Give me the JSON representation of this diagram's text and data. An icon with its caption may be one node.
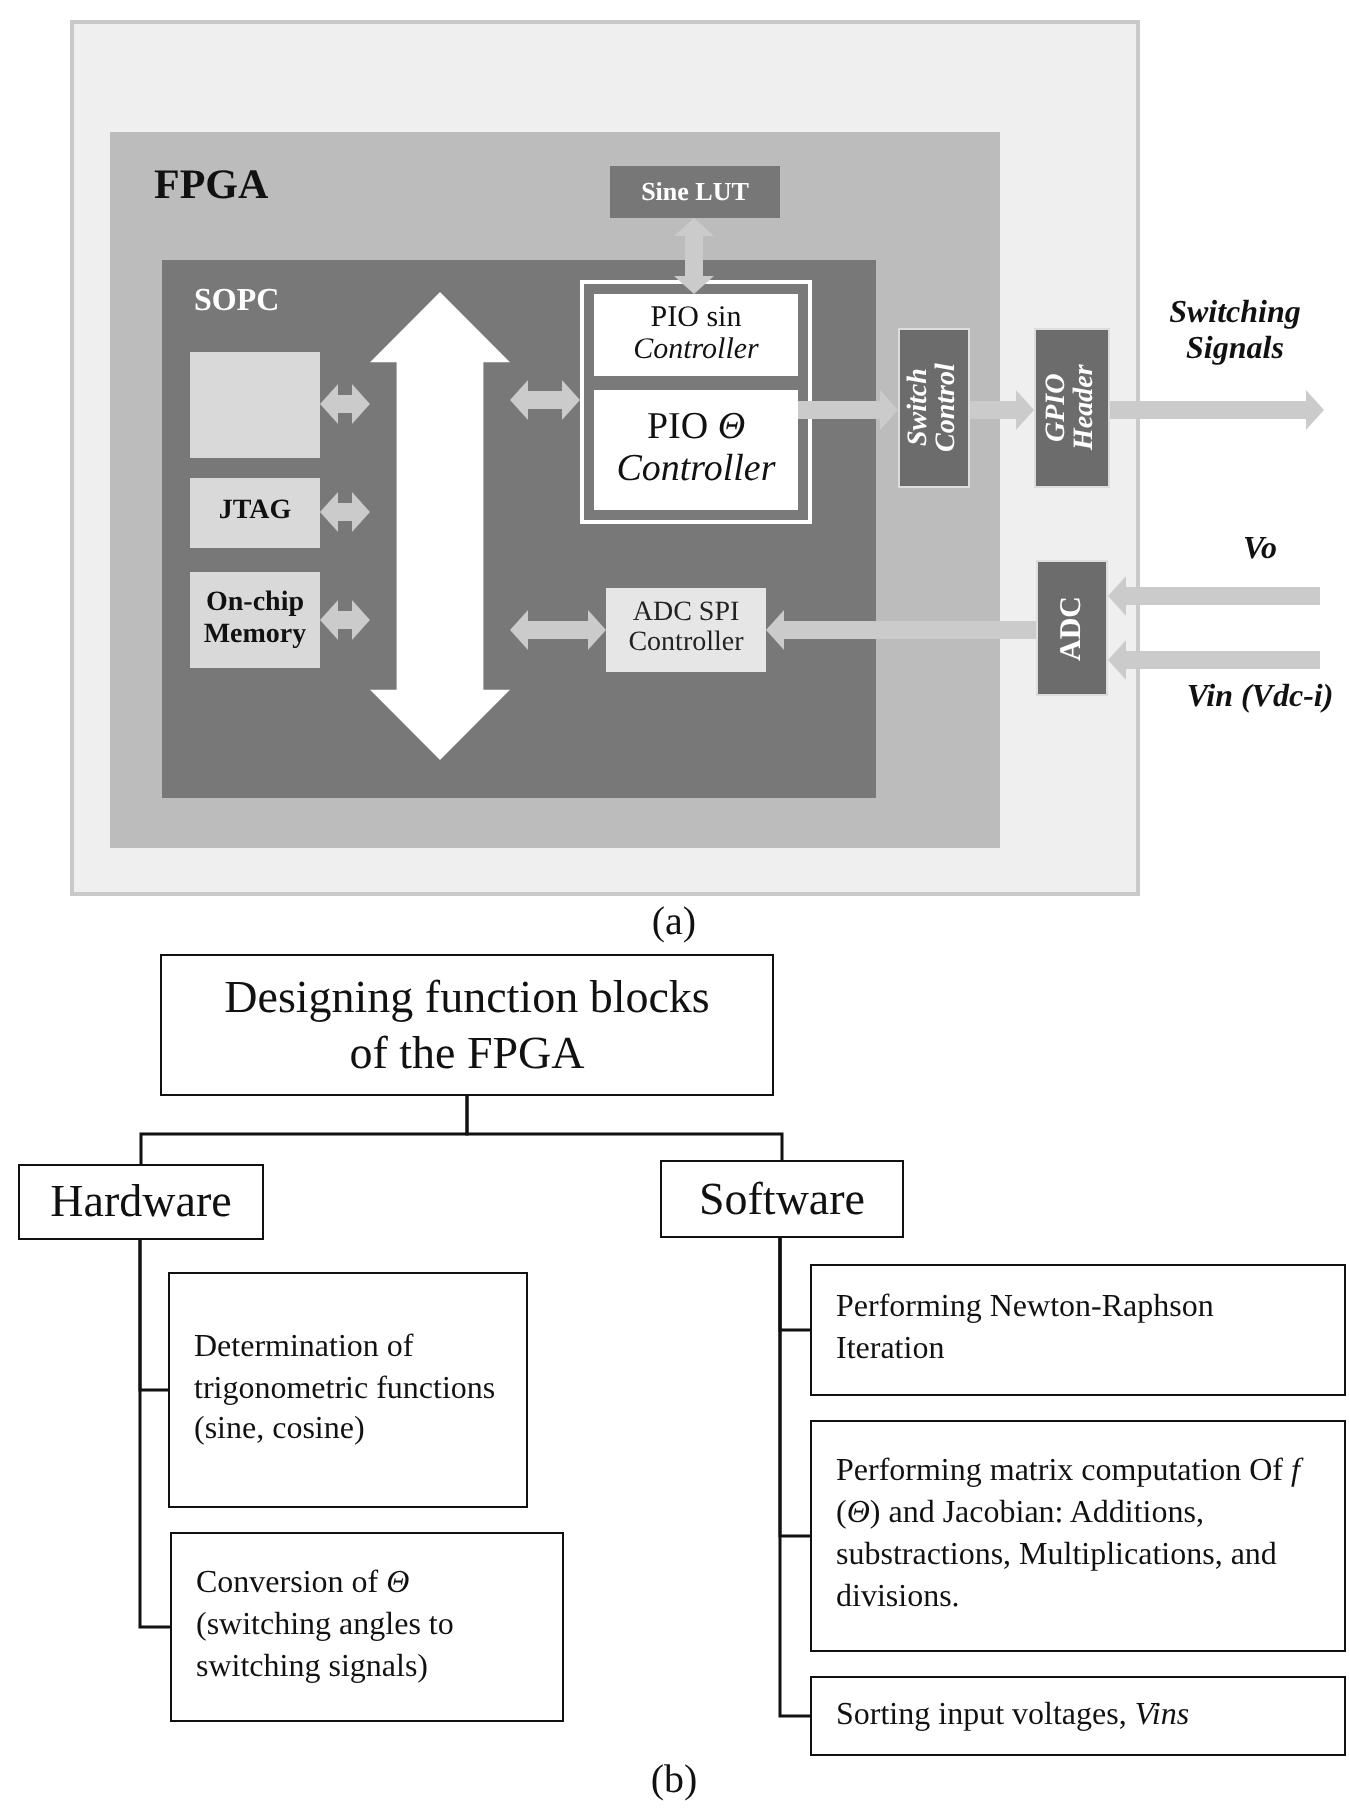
{
  "diagram": {
    "nodes": [
      {
        "text": [],
        "shape": "box"
      },
      {
        "text": [
          "FPGA"
        ],
        "in": 0
      },
      {
        "text": [
          "SOPC"
        ],
        "in": 1
      },
      {
        "text": [],
        "shape": "box",
        "in": 2
      },
      {
        "text": [
          "JTAG"
        ],
        "in": 2
      },
      {
        "text": [
          "On-chip Memory"
        ],
        "in": 2
      },
      {
        "text": [],
        "shape": "bar",
        "in": 2
      },
      {
        "text": [
          "Sine LUT"
        ],
        "in": 1
      },
      {
        "text": [],
        "shape": "box",
        "in": 2
      },
      {
        "text": [
          "PIO sin *Controller*"
        ],
        "in": 8
      },
      {
        "text": [
          "PIO *Θ* *Controller*"
        ],
        "in": 8
      },
      {
        "text": [
          "ADC SPI Controller"
        ],
        "in": 2
      },
      {
        "text": [
          "Switch Control"
        ],
        "in": 1
      },
      {
        "text": [
          "GPIO Header"
        ],
        "in": 0
      },
      {
        "text": [
          "ADC"
        ],
        "in": 0
      },
      {
        "text": [
          "Designing function blocks of the FPGA"
        ]
      },
      {
        "text": [
          "Hardware"
        ]
      },
      {
        "text": [
          "Software"
        ]
      },
      {
        "text": [
          "Determination of trigonometric functions (sine, cosine)"
        ]
      },
      {
        "text": [
          "Conversion of *Θ* (switching angles to switching signals)"
        ]
      },
      {
        "text": [
          "Performing Newton-Raphson Iteration"
        ]
      },
      {
        "text": [
          "Performing matrix computation Of *f* (*Θ*) and Jacobian: Additions, substractions, Multiplications, and divisions."
        ]
      },
      {
        "text": [
          "Sorting input voltages, *Vins*"
        ]
      }
    ],
    "edges": [
      {
        "from": 3,
        "to": 6,
        "arrow": "both"
      },
      {
        "from": 4,
        "to": 6,
        "arrow": "both"
      },
      {
        "from": 5,
        "to": 6,
        "arrow": "both"
      },
      {
        "from": 6,
        "to": 8,
        "arrow": "both"
      },
      {
        "from": 6,
        "to": 11,
        "arrow": "both"
      },
      {
        "from": 7,
        "to": 9,
        "arrow": "both"
      },
      {
        "from": 10,
        "to": 12,
        "arrow": "to"
      },
      {
        "from": 12,
        "to": 13,
        "arrow": "to"
      },
      {
        "from": 13,
        "to": null,
        "arrow": "to",
        "label": "Switching Signals"
      },
      {
        "from": 14,
        "to": 11,
        "arrow": "to"
      },
      {
        "from": null,
        "to": 14,
        "arrow": "to",
        "label": "Vo"
      },
      {
        "from": null,
        "to": 14,
        "arrow": "to",
        "label": "Vin (Vdc-i)"
      },
      {
        "from": 15,
        "to": 16,
        "arrow": "none",
        "color": "#111111"
      },
      {
        "from": 15,
        "to": 17,
        "arrow": "none",
        "color": "#111111"
      },
      {
        "from": 16,
        "to": 18,
        "arrow": "none",
        "color": "#111111"
      },
      {
        "from": 16,
        "to": 19,
        "arrow": "none",
        "color": "#111111"
      },
      {
        "from": 17,
        "to": 20,
        "arrow": "none",
        "color": "#111111"
      },
      {
        "from": 17,
        "to": 21,
        "arrow": "none",
        "color": "#111111"
      },
      {
        "from": 17,
        "to": 22,
        "arrow": "none",
        "color": "#111111"
      }
    ],
    "labels": [
      "(a)",
      "(b)"
    ]
  }
}
